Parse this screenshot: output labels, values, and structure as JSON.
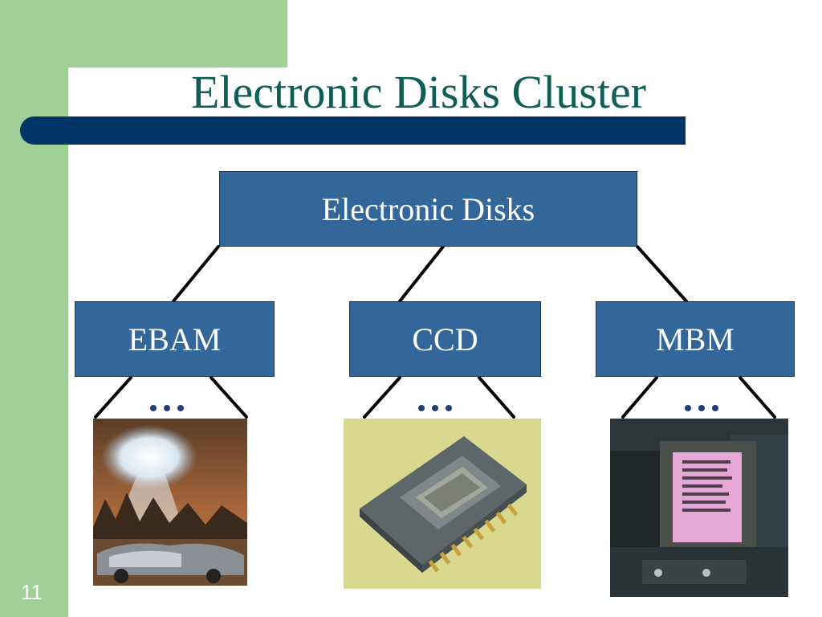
{
  "slide": {
    "title": "Electronic Disks Cluster",
    "number": "11"
  },
  "diagram": {
    "root": {
      "label": "Electronic Disks"
    },
    "children": [
      {
        "label": "EBAM",
        "image": "sci-fi-car-artwork"
      },
      {
        "label": "CCD",
        "image": "ccd-chip-photo"
      },
      {
        "label": "MBM",
        "image": "mbm-module-photo"
      }
    ],
    "ellipsis_icon": "ellipsis-dots"
  },
  "colors": {
    "sidebar": "#a0cf98",
    "title_band": "#003366",
    "title_text": "#0e5e57",
    "box_fill": "#336699",
    "box_text": "#ffffff"
  }
}
